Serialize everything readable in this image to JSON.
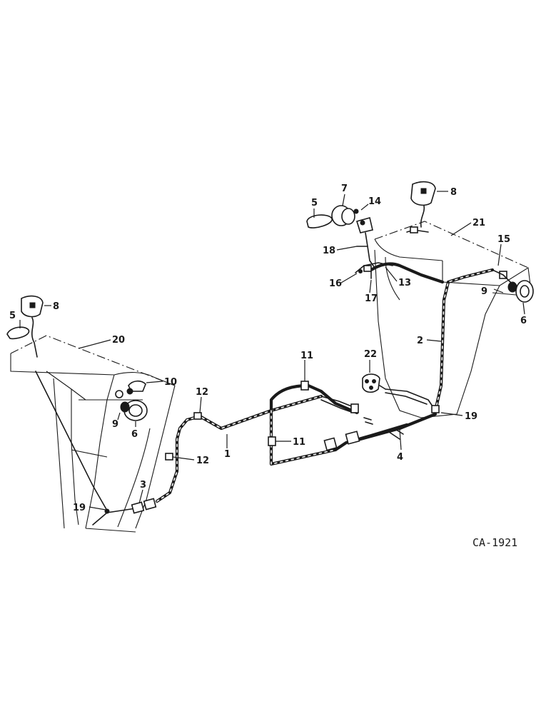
{
  "drawing": {
    "code": "CA-1921",
    "callouts": {
      "n1": "1",
      "n2": "2",
      "n3": "3",
      "n4": "4",
      "n5a": "5",
      "n5b": "5",
      "n6a": "6",
      "n6b": "6",
      "n7": "7",
      "n8a": "8",
      "n8b": "8",
      "n9a": "9",
      "n9b": "9",
      "n10": "10",
      "n11a": "11",
      "n11b": "11",
      "n12a": "12",
      "n12b": "12",
      "n13": "13",
      "n14": "14",
      "n15": "15",
      "n16": "16",
      "n17": "17",
      "n18": "18",
      "n19a": "19",
      "n19b": "19",
      "n20": "20",
      "n21": "21",
      "n22": "22"
    }
  }
}
